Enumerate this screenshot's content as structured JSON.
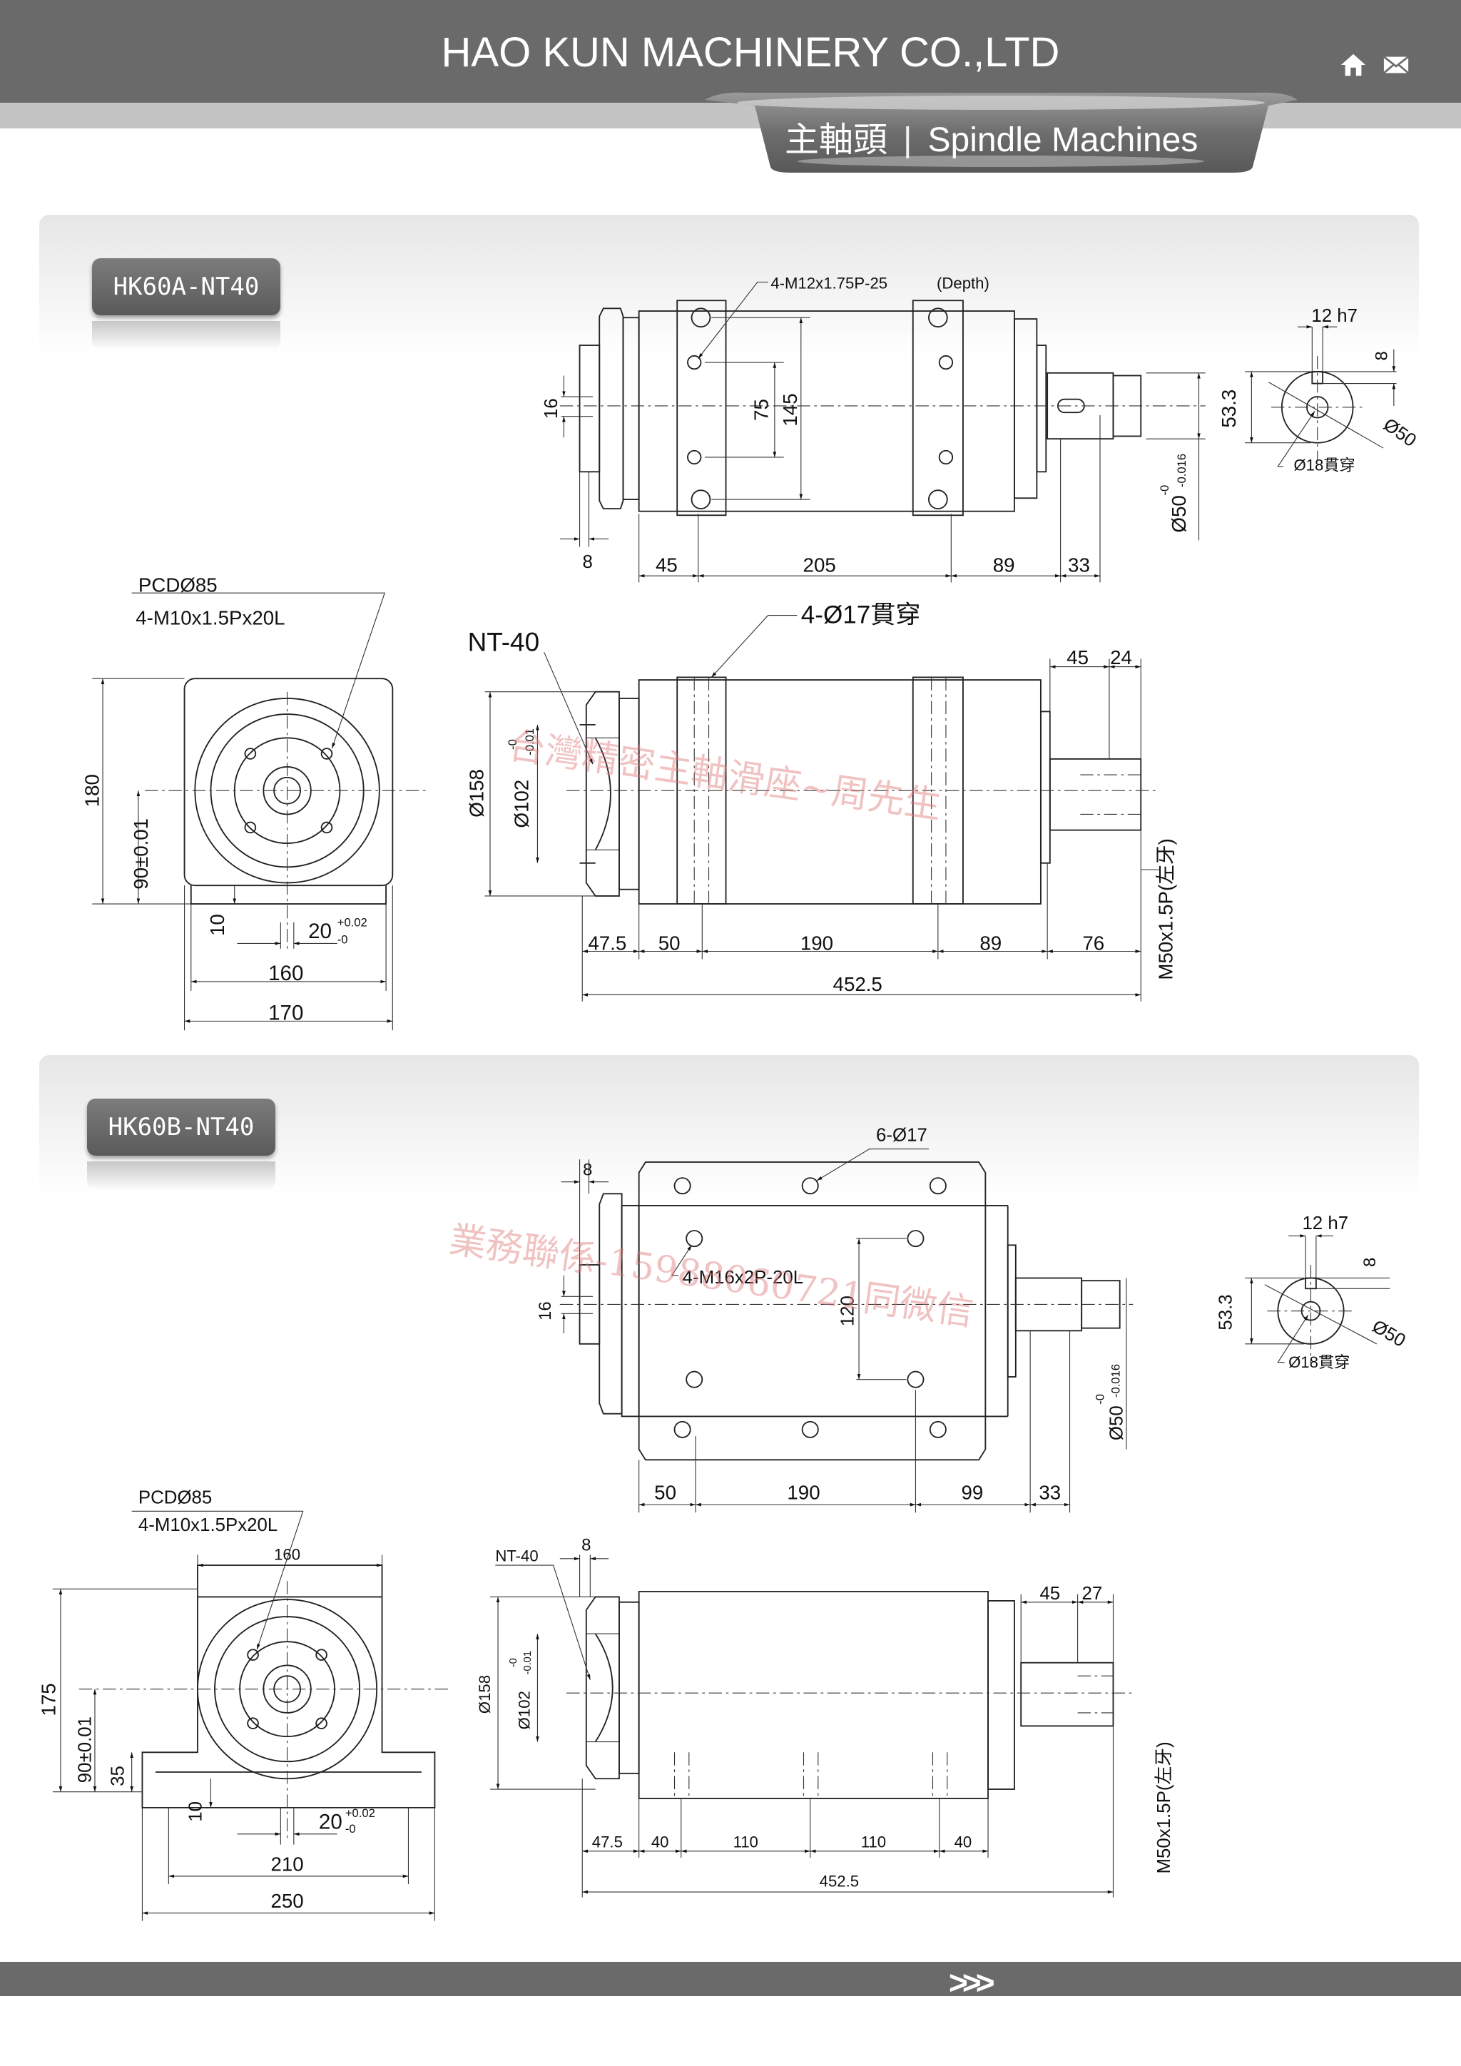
{
  "header": {
    "company": "HAO KUN MACHINERY CO.,LTD",
    "section_cn": "主軸頭",
    "section_sep": "|",
    "section_en": "Spindle Machines",
    "icons": [
      "home-icon",
      "mail-icon"
    ]
  },
  "colors": {
    "bar": "#6a6a6a",
    "subbar": "#c4c4c4",
    "watermark": "#e07878"
  },
  "products": [
    {
      "label": "HK60A-NT40",
      "top": {
        "callout": "4-M12x1.75P-25",
        "depth": "(Depth)",
        "d16": "16",
        "d8": "8",
        "d75": "75",
        "d145": "145",
        "d45": "45",
        "d205": "205",
        "d89": "89",
        "d33": "33",
        "d50": "Ø50",
        "tol_up": "-0",
        "tol_lo": "-0.016",
        "d533": "53.3",
        "key": "12 h7",
        "key8": "8",
        "od50": "Ø50",
        "bore": "Ø18貫穿"
      },
      "side": {
        "pcd": "PCDØ85",
        "thread": "4-M10x1.5Px20L",
        "h": "180",
        "ch": "90±0.01",
        "d10": "10",
        "d20": "20",
        "t20_up": "+0.02",
        "t20_lo": "-0",
        "w1": "160",
        "w2": "170"
      },
      "front": {
        "nt": "NT-40",
        "holes": "4-Ø17貫穿",
        "d158": "Ø158",
        "d102": "Ø102",
        "t102_up": "-0",
        "t102_lo": "-0.01",
        "d45": "45",
        "d24": "24",
        "thread": "M50x1.5P(左牙)",
        "d475": "47.5",
        "d50": "50",
        "d190": "190",
        "d89": "89",
        "d76": "76",
        "total": "452.5"
      }
    },
    {
      "label": "HK60B-NT40",
      "top": {
        "holes": "6-Ø17",
        "callout": "4-M16x2P-20L",
        "d120": "120",
        "d8": "8",
        "d16": "16",
        "d50": "50",
        "d190": "190",
        "d99": "99",
        "d33": "33",
        "shaft": "Ø50",
        "tol_up": "-0",
        "tol_lo": "-0.016",
        "d533": "53.3",
        "key": "12 h7",
        "key8": "8",
        "od50": "Ø50",
        "bore": "Ø18貫穿"
      },
      "side": {
        "pcd": "PCDØ85",
        "thread": "4-M10x1.5Px20L",
        "w160": "160",
        "h": "175",
        "ch": "90±0.01",
        "d35": "35",
        "d10": "10",
        "d20": "20",
        "t20_up": "+0.02",
        "t20_lo": "-0",
        "w210": "210",
        "w250": "250"
      },
      "front": {
        "nt": "NT-40",
        "d8": "8",
        "d158": "Ø158",
        "d102": "Ø102",
        "t102_up": "-0",
        "t102_lo": "-0.01",
        "d45": "45",
        "d27": "27",
        "thread": "M50x1.5P(左牙)",
        "d475": "47.5",
        "d40a": "40",
        "d110a": "110",
        "d110b": "110",
        "d40b": "40",
        "total": "452.5"
      }
    }
  ],
  "watermarks": [
    "台灣精密主軸滑座~周先生",
    "業務聯係-15988060721同微信"
  ],
  "footer": {
    "arrows": ">>>"
  }
}
